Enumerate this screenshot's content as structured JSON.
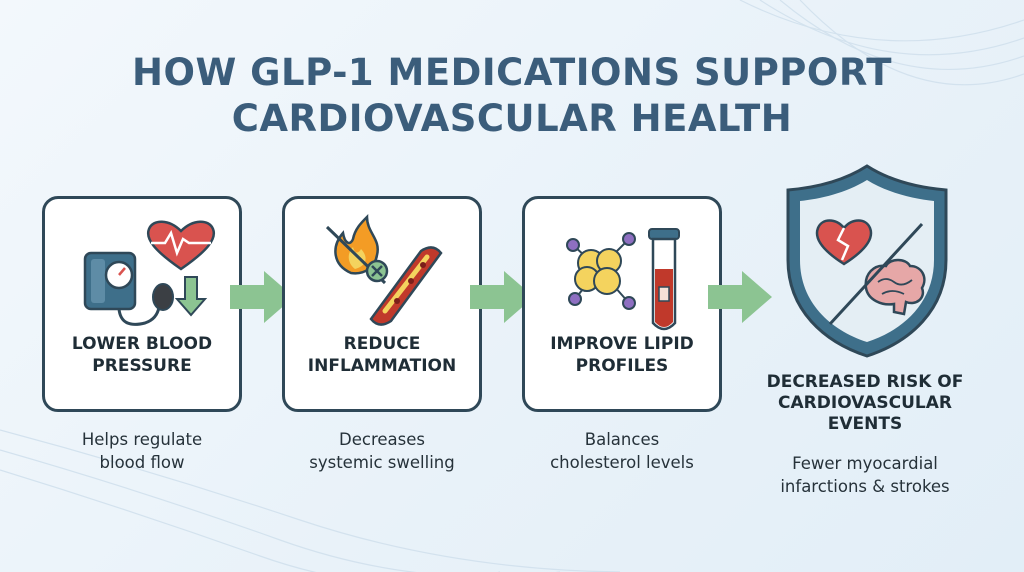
{
  "title": "HOW GLP-1 MEDICATIONS SUPPORT\nCARDIOVASCULAR HEALTH",
  "steps": [
    {
      "label": "LOWER BLOOD\nPRESSURE",
      "caption": "Helps regulate\nblood flow",
      "icon": "blood-pressure-monitor-icon"
    },
    {
      "label": "REDUCE\nINFLAMMATION",
      "caption": "Decreases\nsystemic swelling",
      "icon": "inflamed-artery-icon"
    },
    {
      "label": "IMPROVE LIPID\nPROFILES",
      "caption": "Balances\ncholesterol levels",
      "icon": "lipid-test-tube-icon"
    }
  ],
  "outcome": {
    "label": "DECREASED RISK OF\nCARDIOVASCULAR\nEVENTS",
    "caption": "Fewer myocardial\ninfarctions & strokes",
    "icon": "shield-icon"
  },
  "colors": {
    "title": "#3b5d7b",
    "card_border": "#2f4858",
    "arrow": "#8cc492",
    "shield": "#3e6f8a",
    "heart": "#d9534f",
    "fire": "#f39c25",
    "brain": "#e6a7a7",
    "lipid": "#f4d35e",
    "vessel": "#c0392b"
  }
}
